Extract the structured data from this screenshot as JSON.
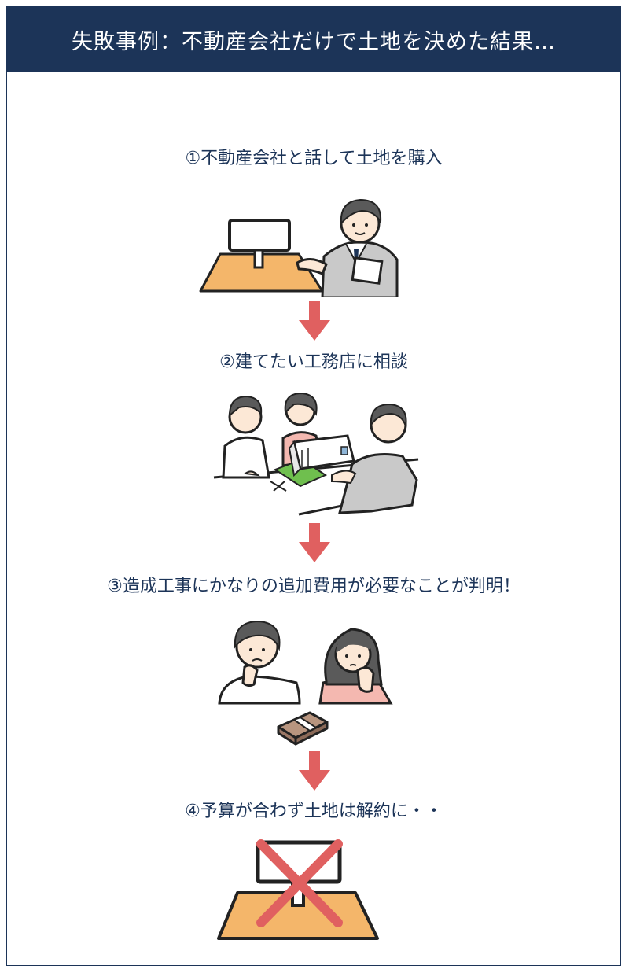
{
  "header": {
    "title": "失敗事例：不動産会社だけで土地を決めた結果…"
  },
  "steps": [
    {
      "label": "①不動産会社と話して土地を購入"
    },
    {
      "label": "②建てたい工務店に相談"
    },
    {
      "label": "③造成工事にかなりの追加費用が必要なことが判明！"
    },
    {
      "label": "④予算が合わず土地は解約に・・"
    }
  ],
  "colors": {
    "navy": "#1c3458",
    "arrow": "#e06060",
    "desk": "#f4b66a",
    "pink": "#f4b8b0",
    "gray_suit": "#c9c9c9",
    "hair": "#5a5a5a",
    "skin": "#fce8d6",
    "money": "#9c7866"
  }
}
